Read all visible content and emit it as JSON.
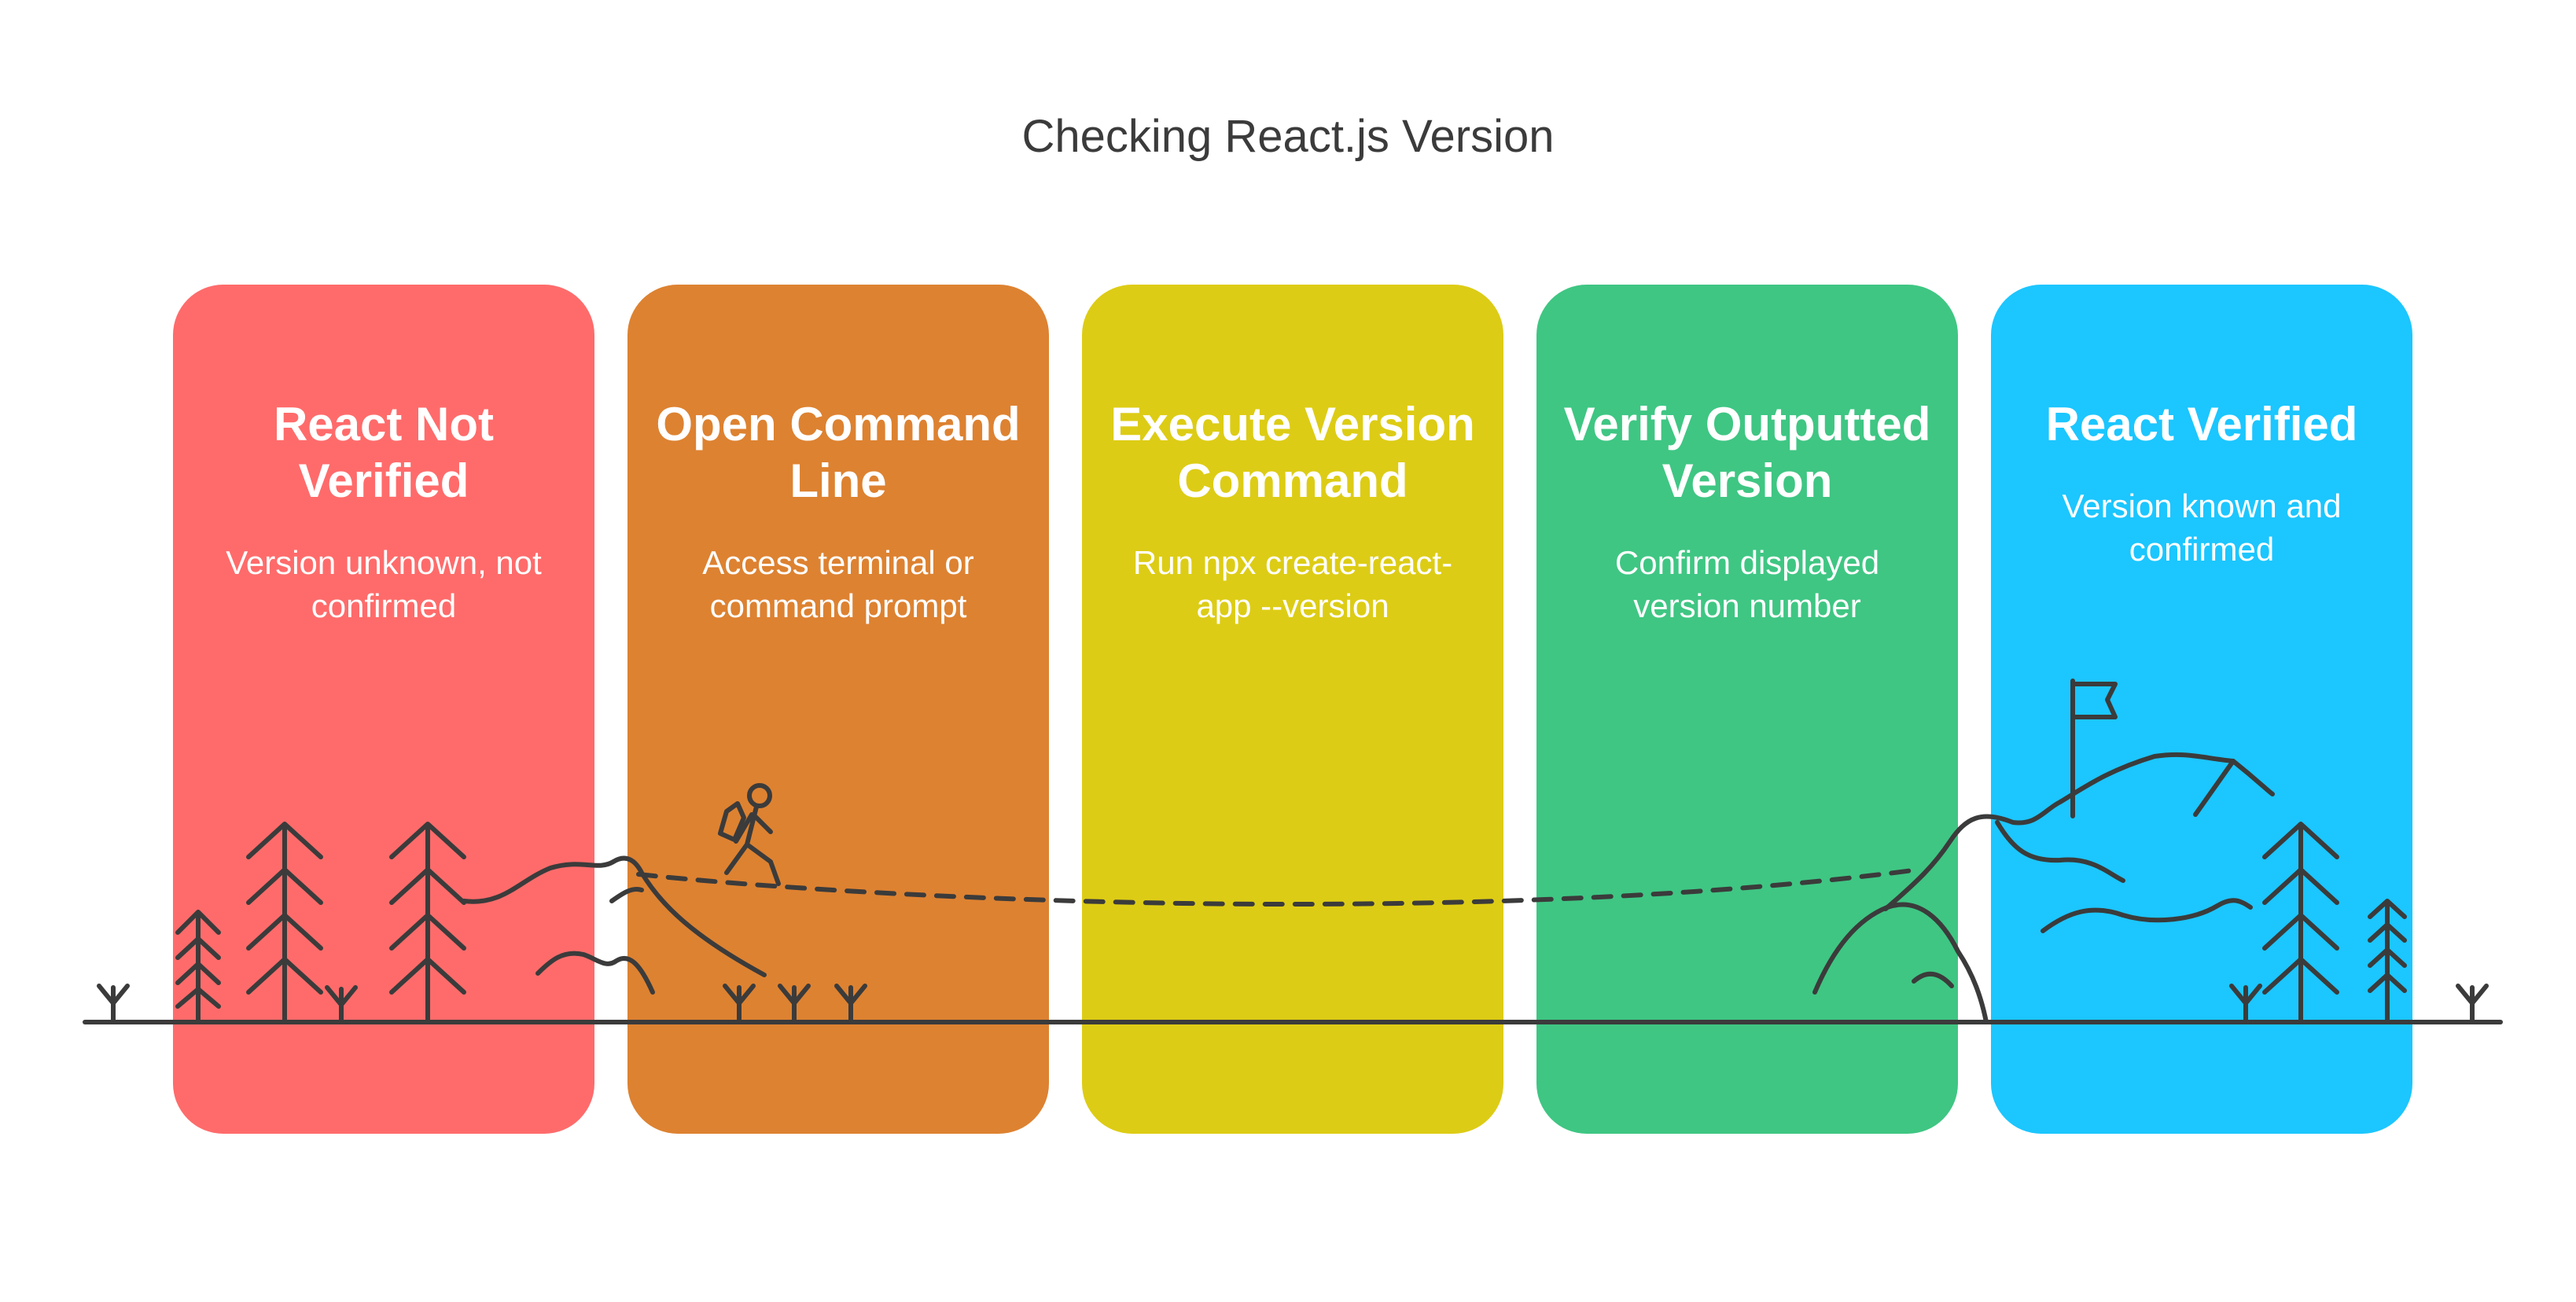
{
  "title": "Checking React.js Version",
  "steps": [
    {
      "title_line1": "React Not",
      "title_line2": "Verified",
      "desc_line1": "Version unknown, not",
      "desc_line2": "confirmed",
      "color": "#FF6B6B"
    },
    {
      "title_line1": "Open Command",
      "title_line2": "Line",
      "desc_line1": "Access terminal or",
      "desc_line2": "command prompt",
      "color": "#DD8231"
    },
    {
      "title_line1": "Execute Version",
      "title_line2": "Command",
      "desc_line1": "Run npx create-react-",
      "desc_line2": "app --version",
      "color": "#DDCC15"
    },
    {
      "title_line1": "Verify Outputted",
      "title_line2": "Version",
      "desc_line1": "Confirm displayed",
      "desc_line2": "version number",
      "color": "#3FC683"
    },
    {
      "title_line1": "React Verified",
      "title_line2": "",
      "desc_line1": "Version known and",
      "desc_line2": "confirmed",
      "color": "#1CC6FF"
    }
  ],
  "illustration": {
    "icons": [
      "tree-icon",
      "hiker-icon",
      "mountain-icon",
      "flag-icon",
      "grass-icon"
    ],
    "line_color": "#3b3b3b"
  }
}
